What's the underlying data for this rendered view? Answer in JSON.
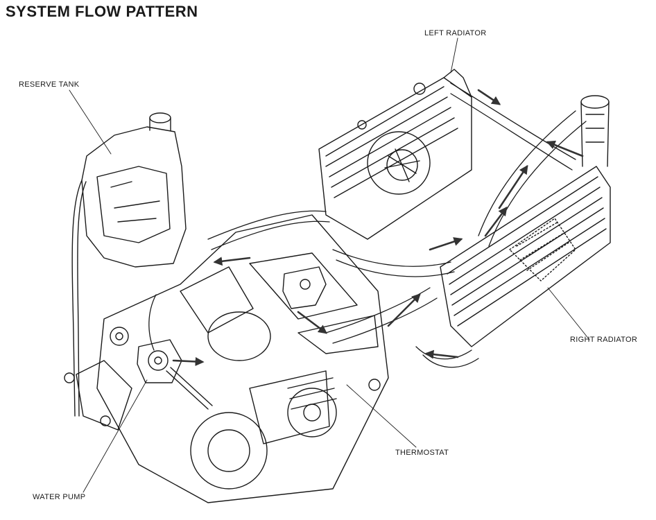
{
  "title": "SYSTEM FLOW PATTERN",
  "labels": {
    "left_radiator": "LEFT RADIATOR",
    "reserve_tank": "RESERVE TANK",
    "right_radiator": "RIGHT RADIATOR",
    "thermostat": "THERMOSTAT",
    "water_pump": "WATER PUMP"
  },
  "colors": {
    "line": "#1a1a1a",
    "flow_arrow": "#333333",
    "background": "#ffffff"
  }
}
